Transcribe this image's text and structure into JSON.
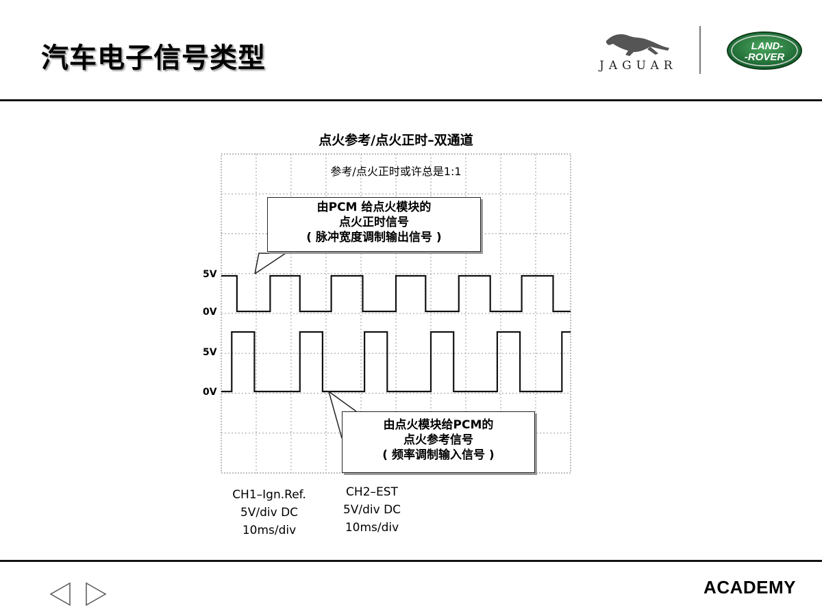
{
  "slide": {
    "title": "汽车电子信号类型"
  },
  "brand": {
    "jaguar_word": "JAGUAR",
    "land_rover_line1": "LAND-",
    "land_rover_line2": "-ROVER",
    "land_rover_green": "#1f7a3a"
  },
  "chart": {
    "title": "点火参考/点火正时–双通道",
    "note": "参考/点火正时或许总是1:1",
    "y_labels": {
      "ch1_high": "5V",
      "ch1_low": "0V",
      "ch2_high": "5V",
      "ch2_low": "0V"
    },
    "callout_top": {
      "line1": "由PCM 给点火模块的",
      "line2": "点火正时信号",
      "line3": "( 脉冲宽度调制输出信号 )"
    },
    "callout_bottom": {
      "line1": "由点火模块给PCM的",
      "line2": "点火参考信号",
      "line3": "( 频率调制输入信号 )"
    },
    "legend_ch1": {
      "line1": "CH1–Ign.Ref.",
      "line2": "5V/div DC",
      "line3": "10ms/div"
    },
    "legend_ch2": {
      "line1": "CH2–EST",
      "line2": "5V/div DC",
      "line3": "10ms/div"
    }
  },
  "chart_data": {
    "type": "line",
    "title": "点火参考/点火正时–双通道",
    "grid": true,
    "x_divisions": 10,
    "y_divisions": 8,
    "x_unit_per_div": "10ms",
    "y_unit_per_div": "5V",
    "series": [
      {
        "name": "CH2–EST",
        "unit": "V",
        "points": [
          [
            0,
            0
          ],
          [
            0.3,
            0
          ],
          [
            0.3,
            5
          ],
          [
            0.95,
            5
          ],
          [
            0.95,
            0
          ],
          [
            2.25,
            0
          ],
          [
            2.25,
            5
          ],
          [
            2.9,
            5
          ],
          [
            2.9,
            0
          ],
          [
            4.1,
            0
          ],
          [
            4.1,
            5
          ],
          [
            4.75,
            5
          ],
          [
            4.75,
            0
          ],
          [
            6.0,
            0
          ],
          [
            6.0,
            5
          ],
          [
            6.65,
            5
          ],
          [
            6.65,
            0
          ],
          [
            7.9,
            0
          ],
          [
            7.9,
            5
          ],
          [
            8.55,
            5
          ],
          [
            8.55,
            0
          ],
          [
            9.75,
            0
          ],
          [
            9.75,
            5
          ],
          [
            10,
            5
          ]
        ]
      },
      {
        "name": "CH1–Ign.Ref.",
        "unit": "V",
        "points": [
          [
            0,
            5
          ],
          [
            0.45,
            5
          ],
          [
            0.45,
            0
          ],
          [
            1.4,
            0
          ],
          [
            1.4,
            5
          ],
          [
            2.25,
            5
          ],
          [
            2.25,
            0
          ],
          [
            3.15,
            0
          ],
          [
            3.15,
            5
          ],
          [
            4.05,
            5
          ],
          [
            4.05,
            0
          ],
          [
            5.0,
            0
          ],
          [
            5.0,
            5
          ],
          [
            5.85,
            5
          ],
          [
            5.85,
            0
          ],
          [
            6.8,
            0
          ],
          [
            6.8,
            5
          ],
          [
            7.7,
            5
          ],
          [
            7.7,
            0
          ],
          [
            8.6,
            0
          ],
          [
            8.6,
            5
          ],
          [
            9.5,
            5
          ],
          [
            9.5,
            0
          ],
          [
            10,
            0
          ]
        ]
      }
    ]
  }
}
